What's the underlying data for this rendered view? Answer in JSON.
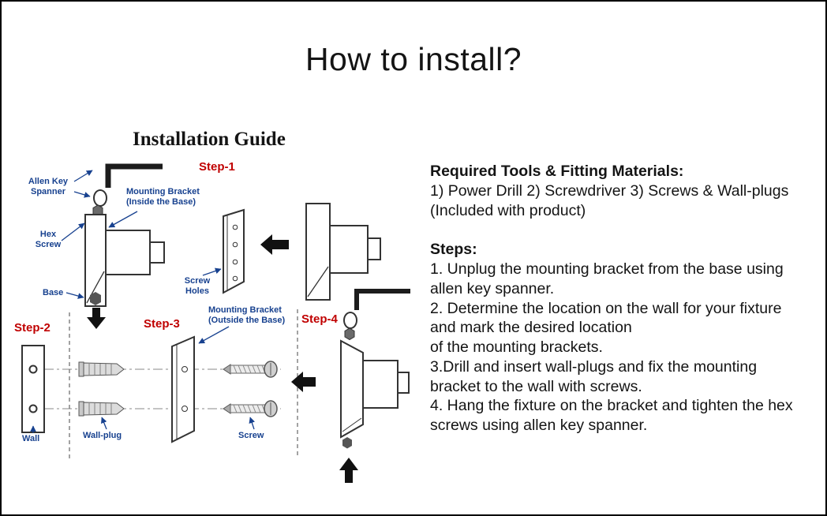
{
  "page": {
    "title": "How to install?"
  },
  "diagram": {
    "heading": "Installation Guide",
    "step_labels": {
      "s1": "Step-1",
      "s2": "Step-2",
      "s3": "Step-3",
      "s4": "Step-4"
    },
    "labels": {
      "allen_key": "Allen Key\nSpanner",
      "bracket_inside": "Mounting Bracket\n(Inside the Base)",
      "hex_screw": "Hex\nScrew",
      "base": "Base",
      "screw_holes": "Screw\nHoles",
      "bracket_outside": "Mounting Bracket\n(Outside the Base)",
      "wall": "Wall",
      "wall_plug": "Wall-plug",
      "screw": "Screw"
    },
    "colors": {
      "label_blue": "#17418f",
      "step_red": "#c00000"
    }
  },
  "instructions": {
    "tools_heading": "Required Tools & Fitting Materials:",
    "tools_body": "1) Power Drill 2) Screwdriver 3) Screws & Wall-plugs\n(Included with product)",
    "steps_heading": "Steps:",
    "steps": [
      "1. Unplug the mounting bracket from the base using\nallen key spanner.",
      "2. Determine the location on the wall for your fixture\nand mark the desired location\nof the mounting brackets.",
      "3.Drill and insert wall-plugs and fix the mounting\nbracket to the wall with screws.",
      "4. Hang the fixture on the bracket and tighten the hex\nscrews using allen key spanner."
    ]
  }
}
